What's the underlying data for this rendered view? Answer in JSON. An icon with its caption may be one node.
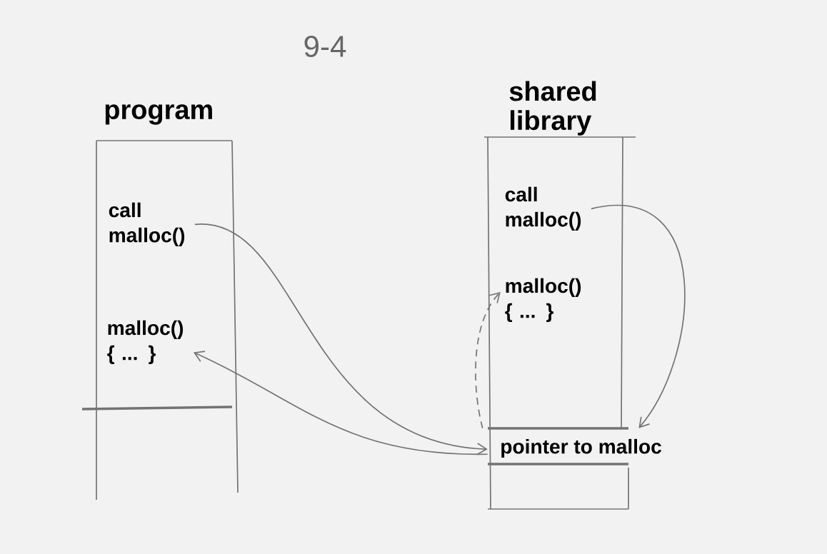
{
  "diagram": {
    "nodes": [
      {
        "text": [
          "program"
        ]
      },
      {
        "text": [
          "call malloc()"
        ],
        "in": 0
      },
      {
        "text": [
          "malloc() { ... }"
        ],
        "in": 0
      },
      {
        "text": [
          "shared library"
        ]
      },
      {
        "text": [
          "call malloc()"
        ],
        "in": 3
      },
      {
        "text": [
          "malloc() { ... }"
        ],
        "in": 3
      },
      {
        "text": [
          "pointer to malloc"
        ],
        "in": 3
      }
    ],
    "edges": [
      {
        "from": 1,
        "to": 6,
        "arrow": "to"
      },
      {
        "from": 6,
        "to": 2,
        "arrow": "to"
      },
      {
        "from": 6,
        "to": 5,
        "arrow": "to",
        "style": "dashed"
      },
      {
        "from": 4,
        "to": 6,
        "arrow": "to"
      }
    ],
    "labels": [
      "9-4"
    ]
  }
}
